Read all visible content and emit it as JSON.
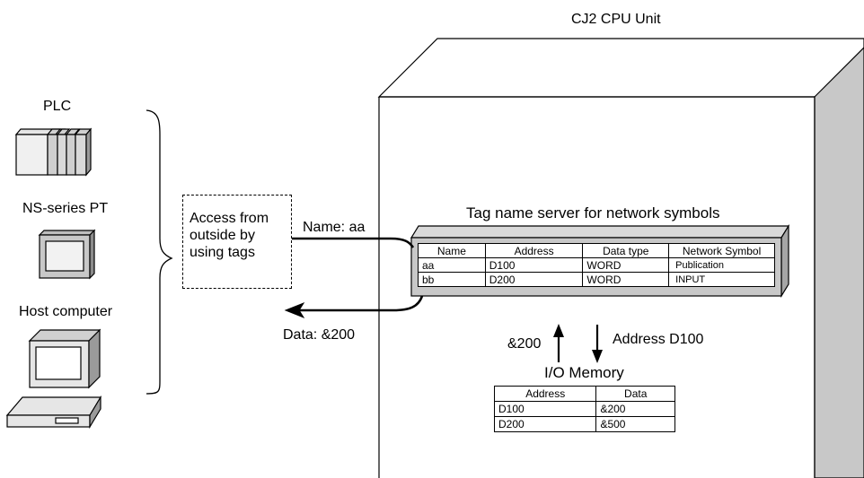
{
  "title": "CJ2 CPU Unit",
  "devices": {
    "plc": "PLC",
    "pt": "NS-series PT",
    "host": "Host computer"
  },
  "callout": {
    "lines": [
      "Access from",
      "outside by",
      "using tags"
    ]
  },
  "flows": {
    "name_label": "Name: aa",
    "data_label": "Data: &200",
    "up_label": "&200",
    "down_label": "Address D100"
  },
  "tag_server": {
    "title": "Tag name server for network symbols",
    "headers": [
      "Name",
      "Address",
      "Data type",
      "Network Symbol"
    ],
    "rows": [
      [
        "aa",
        "D100",
        "WORD",
        "Publication"
      ],
      [
        "bb",
        "D200",
        "WORD",
        "INPUT"
      ]
    ]
  },
  "io_memory": {
    "title": "I/O Memory",
    "headers": [
      "Address",
      "Data"
    ],
    "rows": [
      [
        "D100",
        "&200"
      ],
      [
        "D200",
        "&500"
      ]
    ]
  }
}
